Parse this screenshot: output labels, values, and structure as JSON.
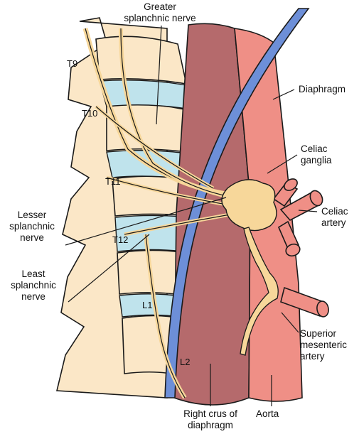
{
  "labels": {
    "greater_splanchnic": [
      "Greater",
      "splanchnic nerve"
    ],
    "diaphragm": "Diaphragm",
    "celiac_ganglia": [
      "Celiac",
      "ganglia"
    ],
    "celiac_artery": [
      "Celiac",
      "artery"
    ],
    "lesser_splanchnic": [
      "Lesser",
      "splanchnic",
      "nerve"
    ],
    "least_splanchnic": [
      "Least",
      "splanchnic",
      "nerve"
    ],
    "superior_mesenteric": [
      "Superior",
      "mesenteric",
      "artery"
    ],
    "right_crus": [
      "Right crus of",
      "diaphragm"
    ],
    "aorta": "Aorta"
  },
  "vertebrae": {
    "t9": "T9",
    "t10": "T10",
    "t11": "T11",
    "t12": "T12",
    "l1": "L1",
    "l2": "L2"
  },
  "colors": {
    "bone": "#fbe7c7",
    "disc": "#bfe3ec",
    "nerve": "#f7d79a",
    "aorta": "#ef8f86",
    "crus": "#b56a6c",
    "diaphragm": "#6d8fd8",
    "outline": "#1a1a1a"
  }
}
